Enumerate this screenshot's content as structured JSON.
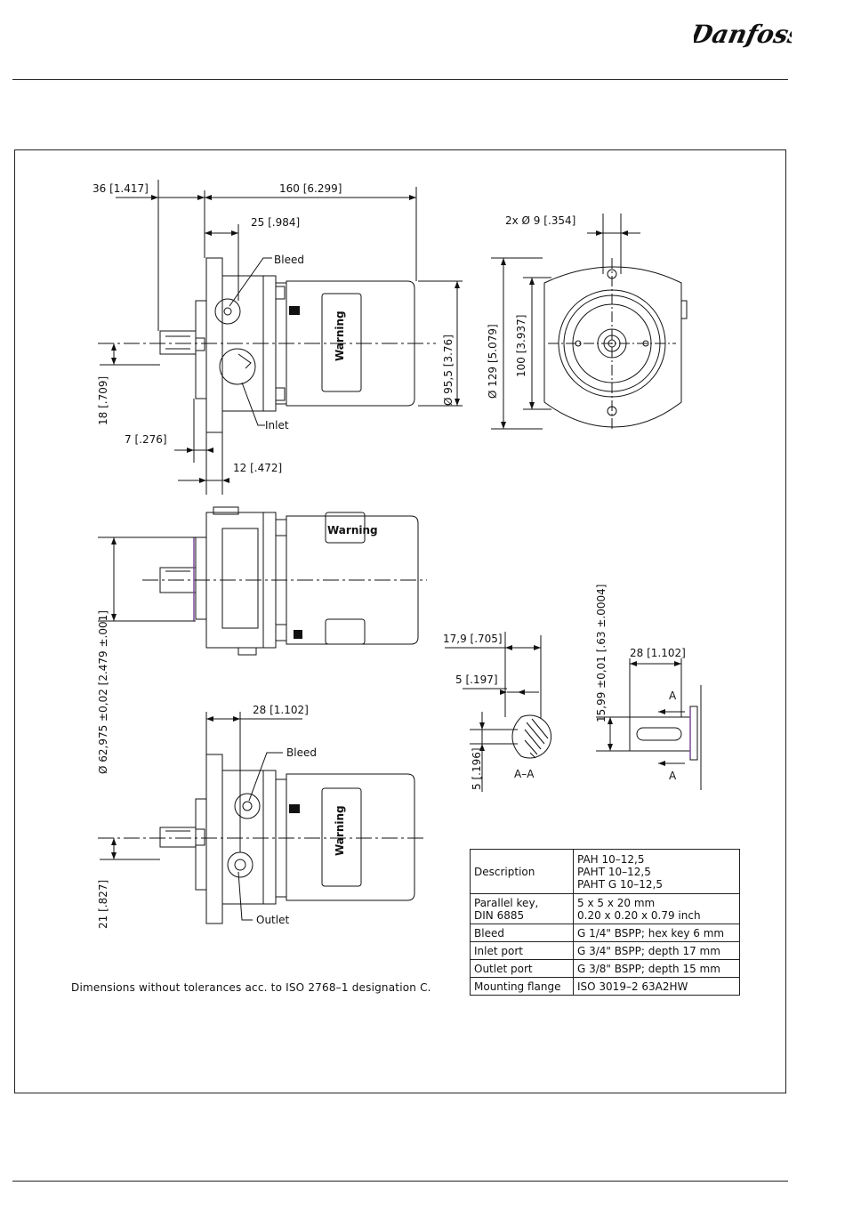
{
  "brand": {
    "logo_text": "Danfoss"
  },
  "drawing": {
    "dims": {
      "d36": "36 [1.417]",
      "d160": "160 [6.299]",
      "d25": "25 [.984]",
      "d18": "18 [.709]",
      "d7": "7 [.276]",
      "d12": "12 [.472]",
      "dia95": "Ø 95,5 [3.76]",
      "dia129": "Ø 129 [5.079]",
      "d100": "100 [3.937]",
      "holes": "2x  Ø 9 [.354]",
      "dia62": "Ø 62,975 ±0,02 [2.479 ±.001]",
      "d28a": "28 [1.102]",
      "d21": "21 [.827]",
      "d17_9": "17,9 [.705]",
      "d5a": "5 [.197]",
      "d5b": "5 [.196]",
      "d15_99": "15,99 ±0,01 [.63 ±.0004]",
      "d28b": "28 [1.102]"
    },
    "labels": {
      "bleed_top": "Bleed",
      "inlet": "Inlet",
      "bleed_bottom": "Bleed",
      "outlet": "Outlet",
      "section": "A–A",
      "cut_a_top": "A",
      "cut_a_bottom": "A",
      "warning_1": "Warning",
      "warning_2": "Warning",
      "warning_3": "Warning"
    }
  },
  "note": "Dimensions without tolerances acc. to ISO 2768–1 designation C.",
  "spec_table": {
    "rows": [
      {
        "label": "Description",
        "value": "PAH 10–12,5\nPAHT 10–12,5\nPAHT G 10–12,5"
      },
      {
        "label": "Parallel key,\nDIN 6885",
        "value": "5 x 5 x 20 mm\n0.20 x 0.20 x 0.79 inch"
      },
      {
        "label": "Bleed",
        "value": "G 1/4\" BSPP; hex key 6 mm"
      },
      {
        "label": "Inlet port",
        "value": "G 3/4\" BSPP; depth 17 mm"
      },
      {
        "label": "Outlet port",
        "value": "G 3/8\" BSPP; depth 15 mm"
      },
      {
        "label": "Mounting flange",
        "value": "ISO 3019–2 63A2HW"
      }
    ]
  }
}
